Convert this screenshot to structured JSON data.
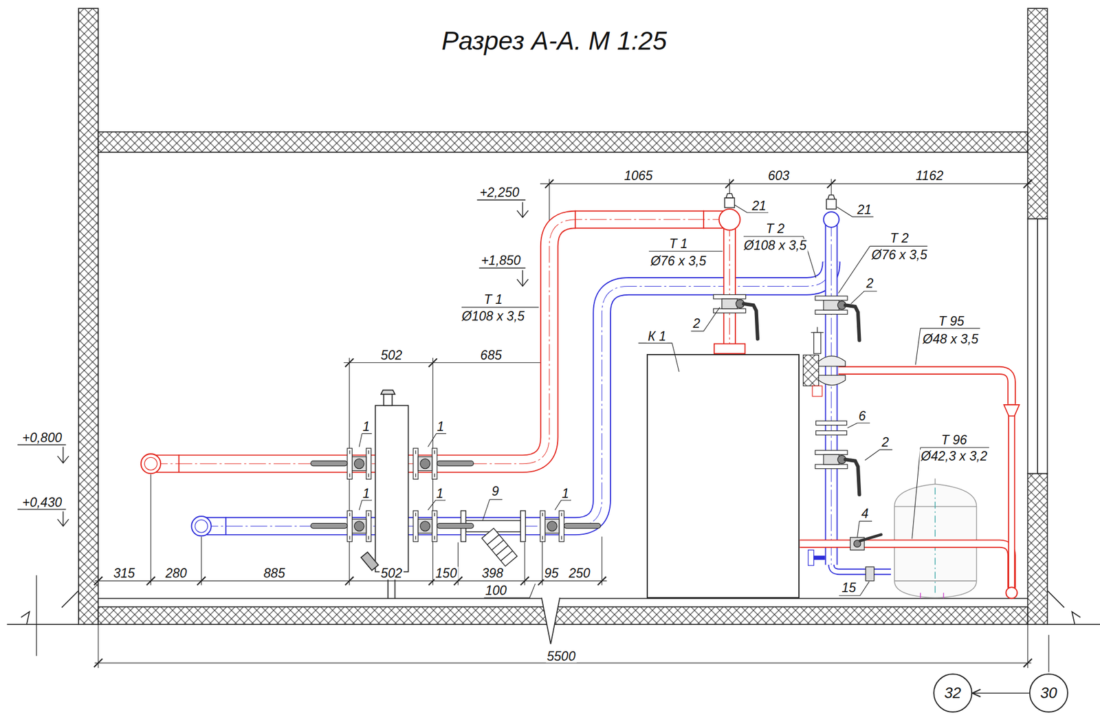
{
  "diagram": {
    "title": "Разрез А-А. М 1:25",
    "nodes": [
      {
        "text": [
          "К 1"
        ]
      },
      {
        "text": [
          "32"
        ]
      },
      {
        "text": [
          "30"
        ]
      }
    ],
    "edges": [
      {
        "from": 2,
        "to": 1,
        "arrow": "to"
      }
    ],
    "labels": [
      "1065",
      "603",
      "1162",
      "+2,250",
      "21",
      "21",
      "Т 2",
      "Ø108 x 3,5",
      "Т 1",
      "Ø76 x 3,5",
      "Т 2",
      "Ø76 x 3,5",
      "+1,850",
      "Т 1",
      "Ø108 x 3,5",
      "2",
      "2",
      "Т 95",
      "Ø48 x 3,5",
      "502",
      "685",
      "6",
      "1",
      "1",
      "+0,800",
      "Т 96",
      "Ø42,3 x 3,2",
      "2",
      "9",
      "1",
      "1",
      "1",
      "+0,430",
      "4",
      "315",
      "280",
      "885",
      "502",
      "150",
      "398",
      "95",
      "250",
      "15",
      "100",
      "5500"
    ]
  }
}
